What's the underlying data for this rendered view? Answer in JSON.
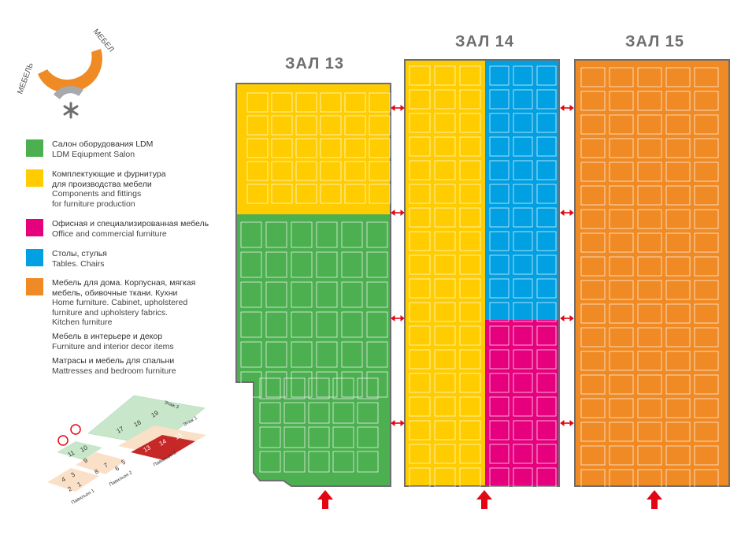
{
  "logo": {
    "arc_text_left": "МЕБЕЛЬ",
    "arc_text_right": "МЕБЕЛ",
    "colors": {
      "orange": "#f08a24",
      "gray": "#a7a9ac"
    }
  },
  "legend": [
    {
      "color": "#4caf50",
      "ru": "Салон оборудования LDM",
      "en": "LDM Eqiupment Salon"
    },
    {
      "color": "#ffcc00",
      "ru": "Комплектующие и фурнитура",
      "ru2": "для производства мебели",
      "en": "Components and fittings",
      "en2": "for furniture production"
    },
    {
      "color": "#e6007e",
      "ru": "Офисная и специализированная мебель",
      "en": "Office and commercial furniture"
    },
    {
      "color": "#00a0e3",
      "ru": "Столы, стулья",
      "en": "Tables. Chairs"
    },
    {
      "color": "#f08a24",
      "ru": "Мебель для дома. Корпусная,  мягкая",
      "ru2": "мебель, обивочные ткани. Кухни",
      "en": "Home furniture. Cabinet, upholstered",
      "en2": "furniture and upholstery fabrics.",
      "en3": "Kitchen furniture"
    }
  ],
  "legend_extra": [
    {
      "ru": "Мебель в интерьере и декор",
      "en": "Furniture and interior decor items"
    },
    {
      "ru": "Матрасы и мебель для спальни",
      "en": "Mattresses and bedroom furniture"
    }
  ],
  "halls": [
    {
      "title": "ЗАЛ 13"
    },
    {
      "title": "ЗАЛ 14"
    },
    {
      "title": "ЗАЛ 15"
    }
  ],
  "minimap": {
    "numbers": [
      "17",
      "18",
      "19",
      "11",
      "10",
      "13",
      "14",
      "15",
      "9",
      "8",
      "7",
      "6",
      "5",
      "4",
      "3",
      "2",
      "1"
    ],
    "labels": {
      "floor3": "Этаж 3",
      "floor1": "Этаж 1",
      "pav1": "Павильон 1",
      "pav2": "Павильон 2",
      "pav3": "Павильон 3"
    }
  },
  "colors": {
    "green": "#4caf50",
    "yellow": "#ffcc00",
    "magenta": "#e6007e",
    "blue": "#00a0e3",
    "orange": "#f08a24",
    "border": "#6d6e70",
    "connector": "#e30613"
  }
}
